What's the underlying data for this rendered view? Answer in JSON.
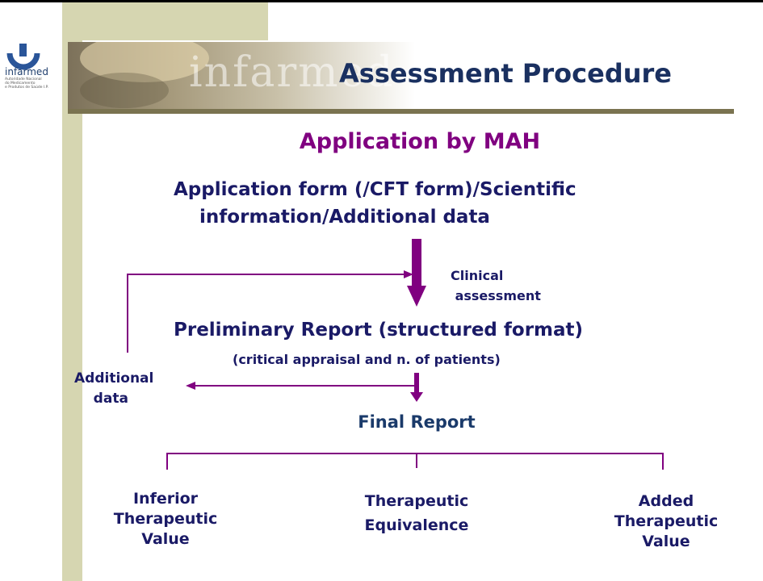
{
  "header": {
    "title": "Assessment Procedure",
    "logo_name": "infarmed",
    "logo_subtitle": "Autoridade Nacional\ndo Medicamento\ne Produtos de Saúde I.P.",
    "banner_text": "infarmed"
  },
  "flow": {
    "application_title": "Application by MAH",
    "application_form": "Application form (/CFT form)/Scientific\n    information/Additional data",
    "clinical_assessment": "Clinical\n assessment",
    "preliminary_report": "Preliminary Report (structured format)",
    "preliminary_sub": "(critical appraisal and n. of patients)",
    "additional_data": "Additional\n    data",
    "final_report": "Final Report",
    "outcome_inferior": "Inferior\nTherapeutic\nValue",
    "outcome_equivalence": "Therapeutic\nEquivalence",
    "outcome_added": "Added\nTherapeutic\nValue"
  },
  "colors": {
    "accent": "#800080",
    "navy": "#1a1a66",
    "rule": "#7a7350",
    "sidebar": "#d6d6b1"
  }
}
